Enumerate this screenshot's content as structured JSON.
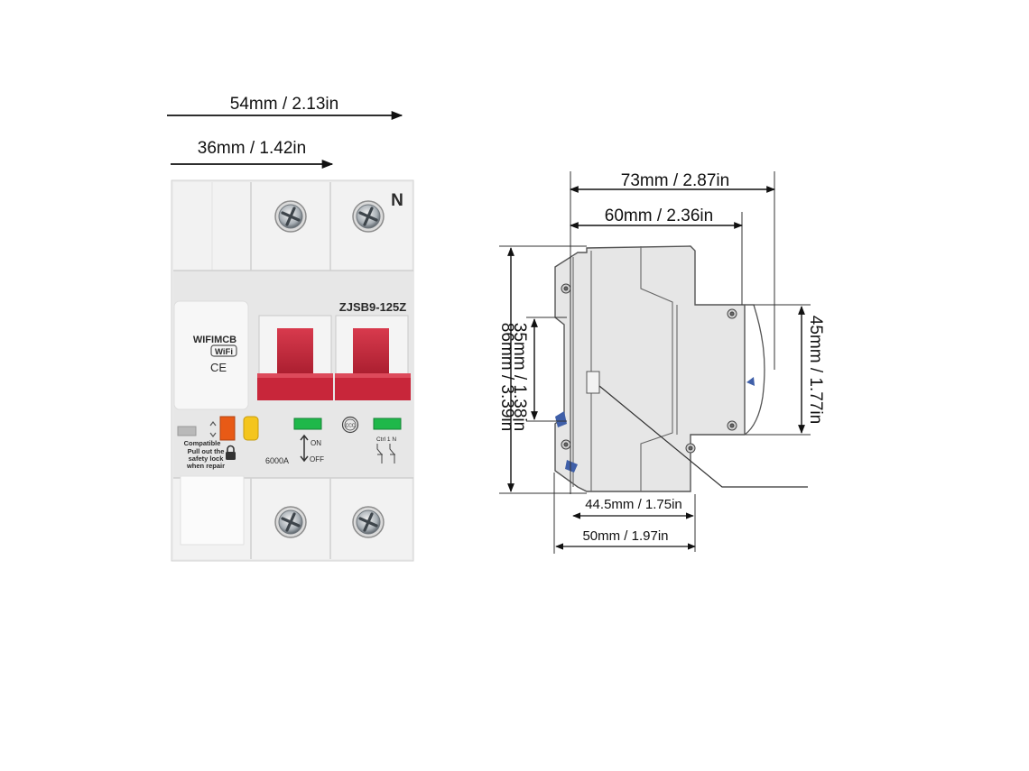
{
  "product": {
    "model": "ZJSB9-125Z",
    "brand": "WIFIMCB",
    "wifi_badge": "WiFi",
    "ce_mark": "CE",
    "neutral_mark": "N",
    "rating": "6000A",
    "on_label": "ON",
    "off_label": "OFF",
    "compatible_label": "Compatible",
    "safety_notice": [
      "Pull out the",
      "safety lock",
      "when repair"
    ],
    "ccc_mark": "CCC",
    "circuit_label": "Ctrl 1 N"
  },
  "front_dimensions": {
    "total_width": "54mm / 2.13in",
    "module_width": "36mm / 1.42in"
  },
  "side_dimensions": {
    "total_depth": "73mm / 2.87in",
    "inner_depth": "60mm / 2.36in",
    "height": "86mm / 3.39in",
    "rail_height": "35mm / 1.38in",
    "front_height": "45mm / 1.77in",
    "base_depth_a": "44.5mm / 1.75in",
    "base_depth_b": "50mm / 1.97in"
  },
  "colors": {
    "body": "#e9e9e9",
    "handle": "#c8263a",
    "indicator_green": "#1fb84a",
    "indicator_orange": "#e85a16",
    "indicator_yellow": "#f4c51e",
    "drawing_fill": "#e6e6e6",
    "clip_blue": "#3f5fa8"
  }
}
